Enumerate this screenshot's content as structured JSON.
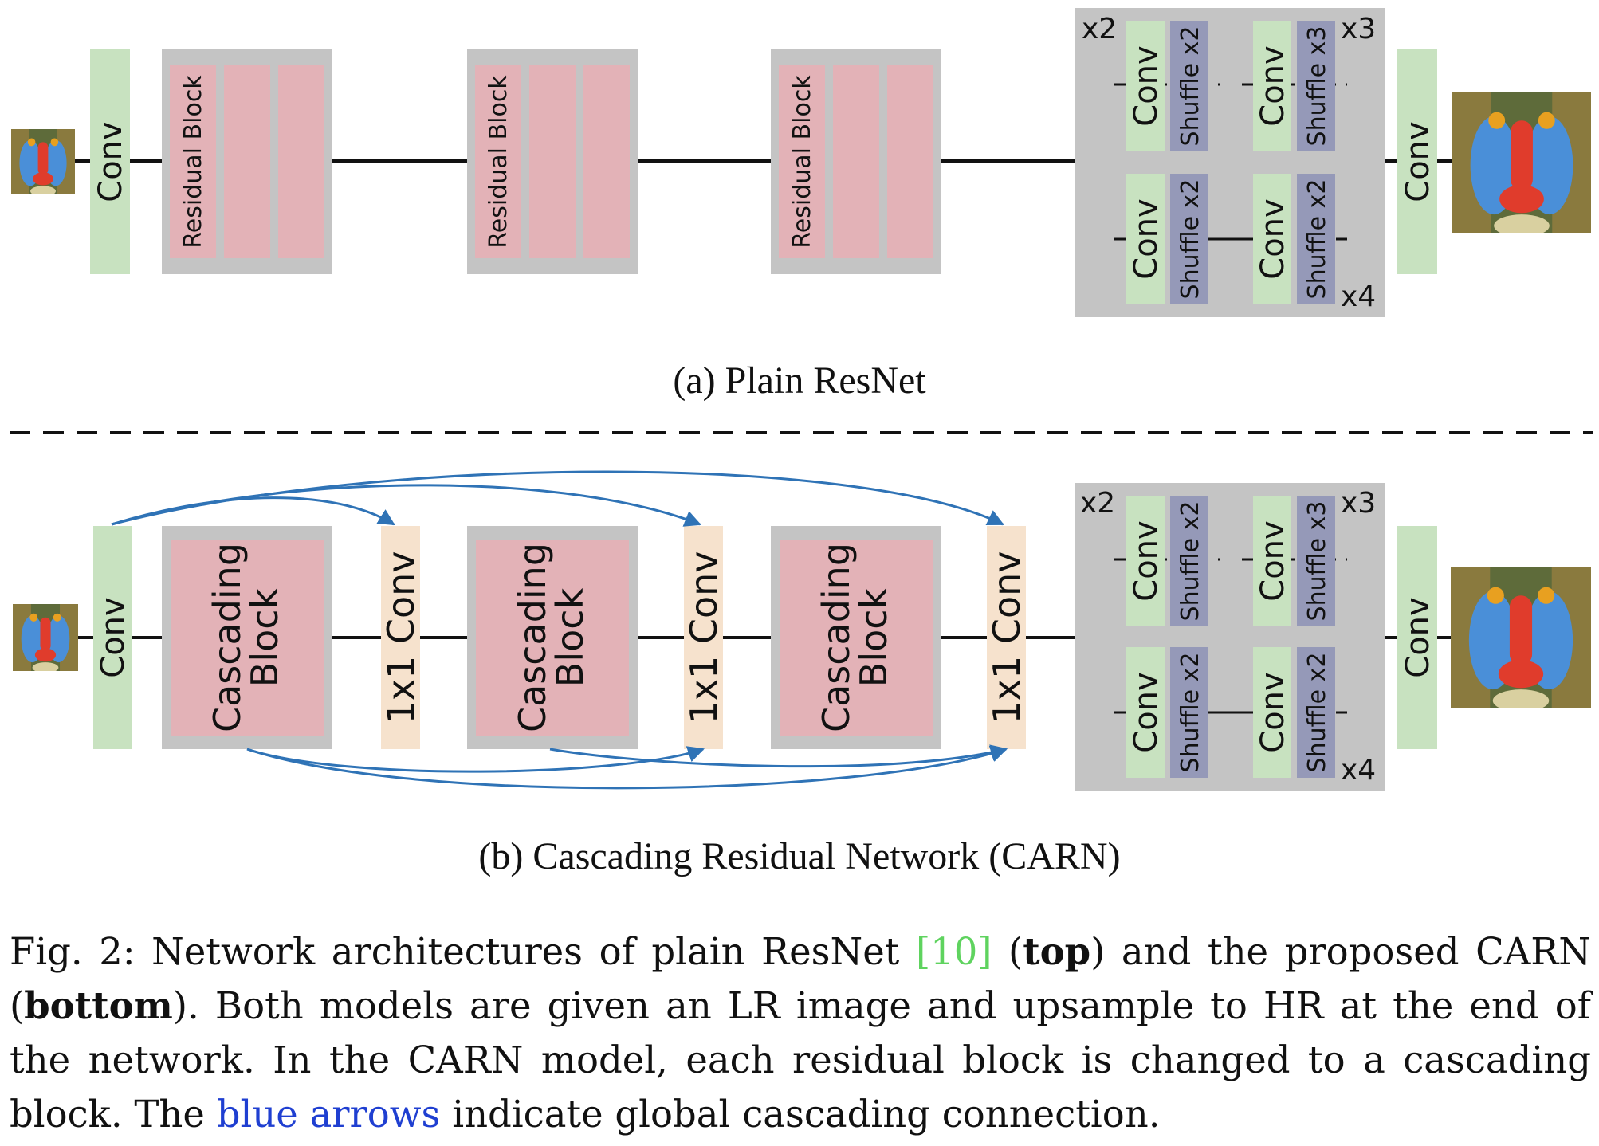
{
  "top_diagram": {
    "caption": "(a) Plain ResNet",
    "conv_label": "Conv",
    "residual_block_label": "Residual Block",
    "upsample": {
      "conv_label": "Conv",
      "shuffle_x2_label": "Shuffle x2",
      "shuffle_x3_label": "Shuffle x3",
      "rep_x2": "x2",
      "rep_x3": "x3",
      "rep_x4": "x4"
    }
  },
  "bottom_diagram": {
    "caption": "(b) Cascading Residual Network (CARN)",
    "conv_label": "Conv",
    "cascading_block_line1": "Cascading",
    "cascading_block_line2": "Block",
    "conv1x1_label": "1x1 Conv",
    "upsample": {
      "conv_label": "Conv",
      "shuffle_x2_label": "Shuffle x2",
      "shuffle_x3_label": "Shuffle x3",
      "rep_x2": "x2",
      "rep_x3": "x3",
      "rep_x4": "x4"
    }
  },
  "colors": {
    "conv": "#c8e2c0",
    "block_frame": "#c4c4c4",
    "residual": "#e3b2b7",
    "shuffle": "#9599b8",
    "conv1x1": "#f6e2cd",
    "arrow": "#2f73b6",
    "line": "#111111"
  },
  "figure_caption": {
    "prefix": "Fig. 2: Network architectures of plain ResNet ",
    "ref": "[10]",
    "part2": " (",
    "bold1": "top",
    "part3": ") and the proposed CARN (",
    "bold2": "bottom",
    "part4": "). Both models are given an LR image and upsample to HR at the end of the network. In the CARN model, each residual block is changed to a cascading block. The ",
    "blue": "blue arrows",
    "part5": " indicate global cascading connection."
  }
}
